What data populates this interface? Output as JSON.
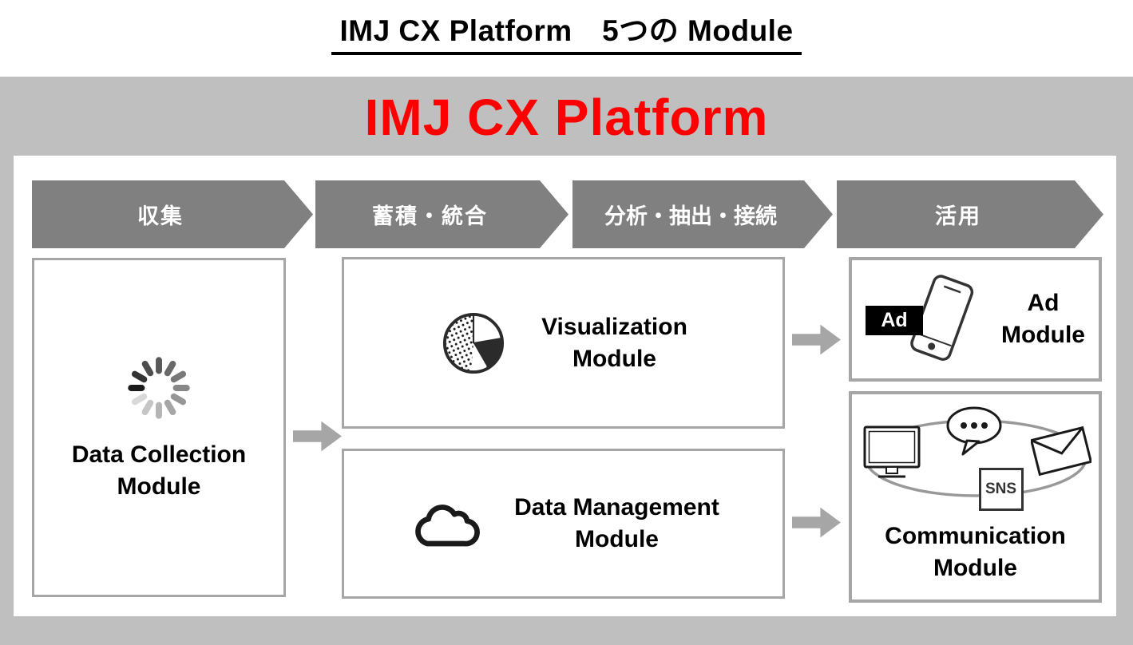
{
  "page_title": "IMJ CX Platform　5つの Module",
  "banner": {
    "heading": "IMJ CX Platform"
  },
  "process_steps": [
    {
      "label": "収集"
    },
    {
      "label": "蓄積・統合"
    },
    {
      "label": "分析・抽出・接続"
    },
    {
      "label": "活用"
    }
  ],
  "modules": {
    "data_collection": {
      "line1": "Data Collection",
      "line2": "Module",
      "icon": "loading-spinner-icon"
    },
    "visualization": {
      "line1": "Visualization",
      "line2": "Module",
      "icon": "pie-chart-icon"
    },
    "data_management": {
      "line1": "Data Management",
      "line2": "Module",
      "icon": "cloud-icon"
    },
    "ad": {
      "line1": "Ad",
      "line2": "Module",
      "icon": "smartphone-icon",
      "badge_label": "Ad"
    },
    "communication": {
      "line1": "Communication",
      "line2": "Module",
      "icons": [
        "monitor-icon",
        "chat-bubble-icon",
        "sns-icon",
        "envelope-icon"
      ],
      "sns_label": "SNS"
    }
  },
  "colors": {
    "accent_red": "#ff0000",
    "chevron_gray": "#808080",
    "background_gray": "#bfbfbf",
    "border_gray": "#a6a6a6",
    "arrow_gray": "#a6a6a6"
  }
}
